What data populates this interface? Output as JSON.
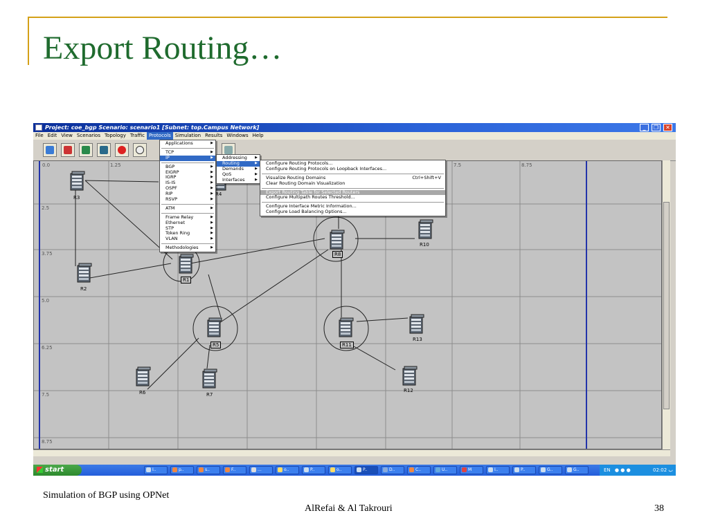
{
  "slide": {
    "title": "Export Routing…",
    "footer_left": "Simulation of BGP using OPNet",
    "footer_center": "AlRefai & Al Takrouri",
    "page_number": "38",
    "accent_color": "#d4a017",
    "title_color": "#1f6b2e"
  },
  "window": {
    "title": "Project: coe_bgp Scenario: scenario1 [Subnet: top.Campus Network]"
  },
  "menubar": [
    "File",
    "Edit",
    "View",
    "Scenarios",
    "Topology",
    "Traffic",
    "Protocols",
    "Simulation",
    "Results",
    "Windows",
    "Help"
  ],
  "toolbar_icons": [
    "open-project-icon",
    "protocol-config-icon",
    "network-model-icon",
    "node-model-icon",
    "record-icon",
    "zoom-icon"
  ],
  "protocols_menu": [
    "Applications",
    "TCP",
    "IP",
    "BGP",
    "EIGRP",
    "IGRP",
    "IS-IS",
    "OSPF",
    "RIP",
    "RSVP",
    "ATM",
    "Frame Relay",
    "Ethernet",
    "STP",
    "Token Ring",
    "VLAN",
    "Methodologies"
  ],
  "ip_menu": [
    "Addressing",
    "Routing",
    "Demands",
    "QoS",
    "Interfaces"
  ],
  "routing_menu": {
    "items": [
      "Configure Routing Protocols...",
      "Configure Routing Protocols on Loopback Interfaces...",
      "Visualize Routing Domains",
      "Clear Routing Domain Visualization",
      "Export Routing Table for Selected Routers",
      "Configure Multipath Routes Threshold...",
      "Configure Interface Metric Information...",
      "Configure Load Balancing Options..."
    ],
    "shortcut": "Ctrl+Shift+V"
  },
  "axis_labels": {
    "top": [
      "0.0",
      "1.25",
      "7.5",
      "8.75"
    ],
    "left": [
      "2.5",
      "3.75",
      "5.0",
      "6.25",
      "7.5",
      "8.75"
    ]
  },
  "routers": [
    "R3",
    "R4",
    "R2",
    "R1",
    "R8",
    "R10",
    "R5",
    "R11",
    "R13",
    "R6",
    "R7",
    "R12"
  ],
  "taskbar": {
    "start_label": "start",
    "tasks": [
      "I..",
      "p..",
      "s..",
      "F..",
      "...",
      "o..",
      "P..",
      "o..",
      "P..",
      "D..",
      "C..",
      "U..",
      "M",
      "I..",
      "P..",
      "G..",
      "G.."
    ],
    "tray_lang": "EN",
    "clock": "02:02 ب"
  }
}
